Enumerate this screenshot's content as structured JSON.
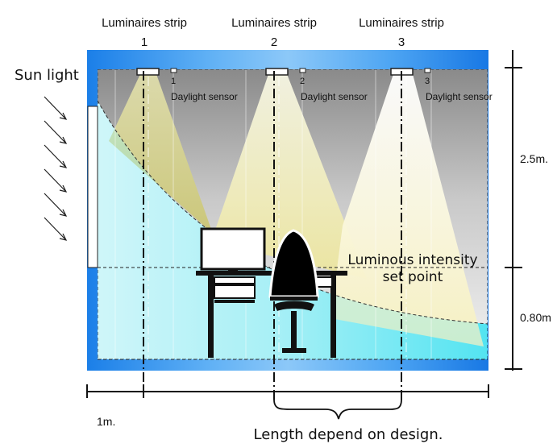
{
  "luminaires": [
    {
      "title": "Luminaires strip",
      "number": "1",
      "sensor_number": "1",
      "sensor_label": "Daylight sensor"
    },
    {
      "title": "Luminaires strip",
      "number": "2",
      "sensor_number": "2",
      "sensor_label": "Daylight sensor"
    },
    {
      "title": "Luminaires strip",
      "number": "3",
      "sensor_number": "3",
      "sensor_label": "Daylight sensor"
    }
  ],
  "sun_label": "Sun light",
  "setpoint": {
    "line1": "Luminous intensity",
    "line2": "set point"
  },
  "dimensions": {
    "ceiling_height": "2.5m.",
    "desk_height": "0.80m",
    "window_offset": "1m.",
    "spacing_note": "Length depend on design."
  },
  "colors": {
    "frame_blue": "#1e88f0",
    "ceiling_gray": "#8f8f8f",
    "daylight_cyan": "#5fe6f2",
    "lamp_yellow": "#f5f2a0"
  }
}
